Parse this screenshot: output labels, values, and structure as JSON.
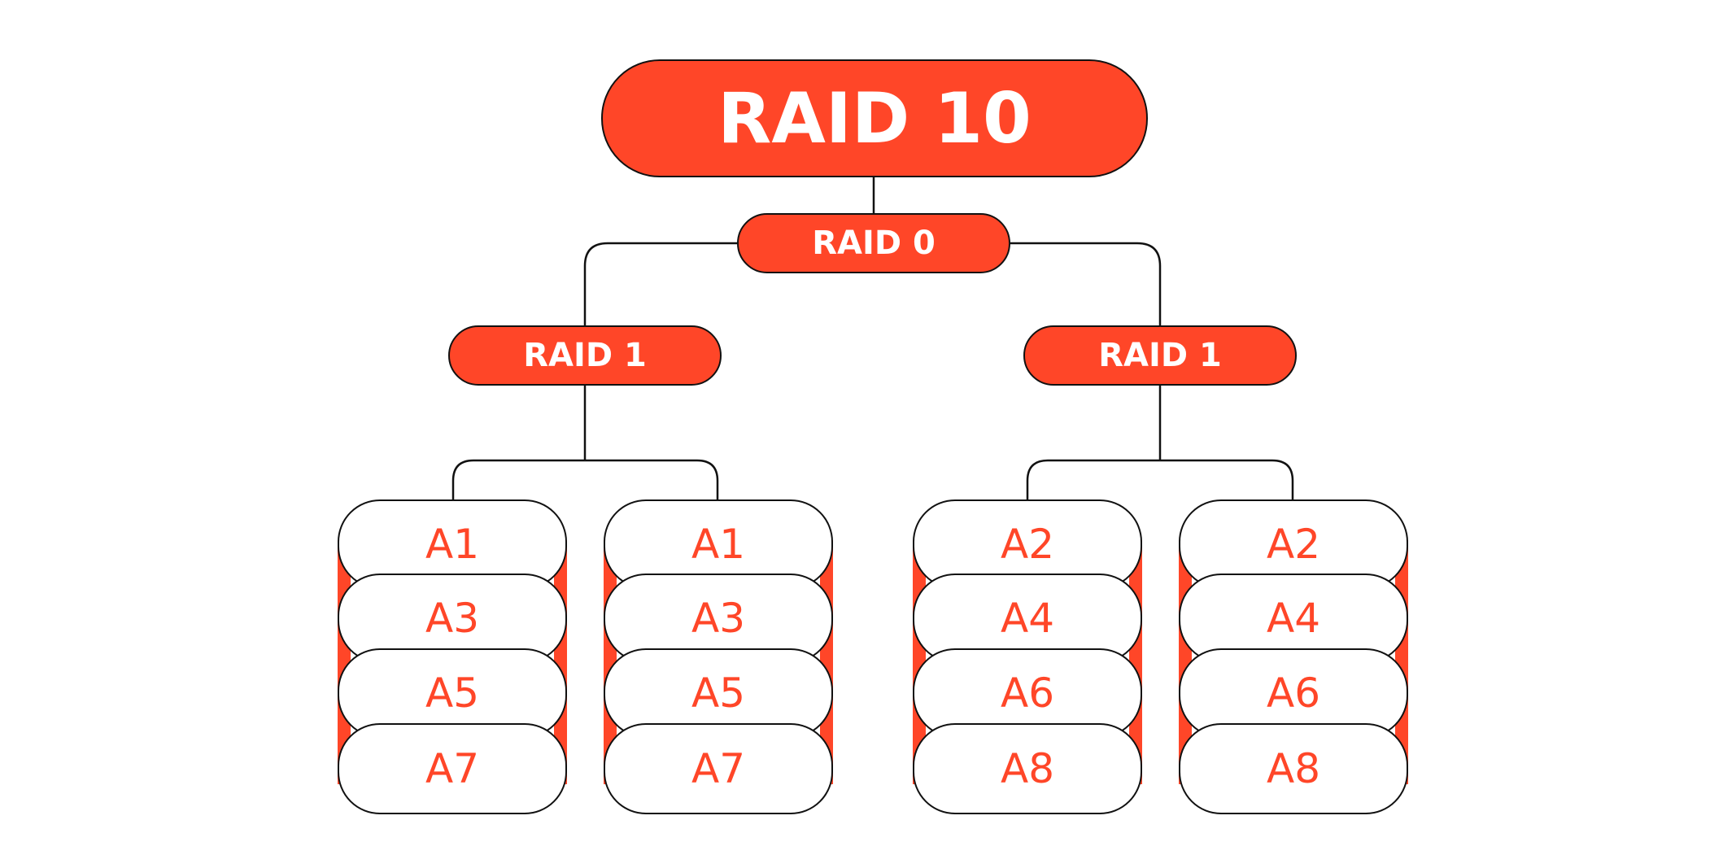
{
  "accent_color": "#FF4628",
  "root": {
    "label": "RAID 10"
  },
  "stripe": {
    "label": "RAID 0"
  },
  "mirrors": [
    {
      "label": "RAID 1"
    },
    {
      "label": "RAID 1"
    }
  ],
  "disks": [
    {
      "blocks": [
        "A1",
        "A3",
        "A5",
        "A7"
      ]
    },
    {
      "blocks": [
        "A1",
        "A3",
        "A5",
        "A7"
      ]
    },
    {
      "blocks": [
        "A2",
        "A4",
        "A6",
        "A8"
      ]
    },
    {
      "blocks": [
        "A2",
        "A4",
        "A6",
        "A8"
      ]
    }
  ]
}
